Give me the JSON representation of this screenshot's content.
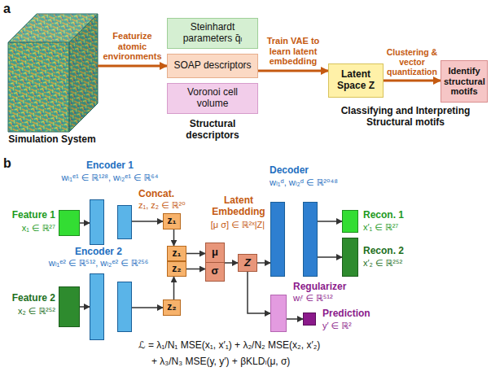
{
  "diagram": {
    "nodes": [
      {
        "text": [
          "Simulation System"
        ]
      },
      {
        "text": [
          "Steinhardt parameters q̄ₗ"
        ]
      },
      {
        "text": [
          "SOAP descriptors"
        ]
      },
      {
        "text": [
          "Voronoi cell volume"
        ]
      },
      {
        "text": [
          "Latent Space Z"
        ]
      },
      {
        "text": [
          "Identify structural motifs"
        ]
      },
      {
        "text": [
          "Feature 1",
          "x₁ ∈ ℝ²⁷"
        ]
      },
      {
        "text": [
          "Encoder 1",
          "wₗ₁ᵉ¹ ∈ ℝ¹²⁸, wₗ₂ᵉ¹ ∈ ℝ⁶⁴"
        ]
      },
      {
        "text": [
          "z₁"
        ]
      },
      {
        "text": [
          "Feature 2",
          "x₂ ∈ ℝ²⁵²"
        ]
      },
      {
        "text": [
          "Encoder 2",
          "wₗ₁ᵉ² ∈ ℝ⁵¹², wₗ₂ᵉ² ∈ ℝ²⁵⁶"
        ]
      },
      {
        "text": [
          "z₂"
        ]
      },
      {
        "text": [
          "z₁"
        ]
      },
      {
        "text": [
          "z₂"
        ]
      },
      {
        "text": [
          "μ",
          "σ"
        ]
      },
      {
        "text": [
          "Z"
        ]
      },
      {
        "text": [
          "Decoder",
          "wₗ₁ᵈ, wₗ₂ᵈ ∈ ℝ²⁰⁴⁸"
        ]
      },
      {
        "text": [
          "Recon. 1",
          "x′₁ ∈ ℝ²⁷"
        ]
      },
      {
        "text": [
          "Recon. 2",
          "x′₂ ∈ ℝ²⁵²"
        ]
      },
      {
        "text": [
          "Regularizer",
          "wₗʳ ∈ ℝ⁵¹²"
        ]
      },
      {
        "text": [
          "Prediction",
          "y′ ∈ ℝ²"
        ]
      }
    ],
    "edges": [
      {
        "from": 0,
        "to": 2,
        "label": "Featurize atomic environments",
        "arrow": "to"
      },
      {
        "from": 2,
        "to": 4,
        "label": "Train VAE to learn latent embedding",
        "arrow": "to"
      },
      {
        "from": 4,
        "to": 5,
        "label": "Clustering & vector quantization",
        "arrow": "to"
      },
      {
        "from": 6,
        "to": 7,
        "arrow": "to"
      },
      {
        "from": 7,
        "to": 8,
        "arrow": "to"
      },
      {
        "from": 8,
        "to": 12,
        "arrow": "to"
      },
      {
        "from": 9,
        "to": 10,
        "arrow": "to"
      },
      {
        "from": 10,
        "to": 11,
        "arrow": "to"
      },
      {
        "from": 11,
        "to": 13,
        "arrow": "to"
      },
      {
        "from": 12,
        "to": 14,
        "arrow": "to"
      },
      {
        "from": 13,
        "to": 14,
        "arrow": "to"
      },
      {
        "from": 14,
        "to": 15,
        "arrow": "to"
      },
      {
        "from": 15,
        "to": 16,
        "arrow": "to"
      },
      {
        "from": 16,
        "to": 17,
        "arrow": "to"
      },
      {
        "from": 16,
        "to": 18,
        "arrow": "to"
      },
      {
        "from": 15,
        "to": 19,
        "arrow": "to"
      },
      {
        "from": 19,
        "to": 20,
        "arrow": "to"
      }
    ],
    "labels": [
      "a",
      "Structural descriptors",
      "Classifying and Interpreting Structural motifs",
      "b",
      "Concat.",
      "z₁, z₂ ∈ ℝ²⁰",
      "Latent Embedding",
      "[μ σ] ∈ ℝ²ˣ|Z|",
      "ℒ = λ₁/N₁ MSE(x₁, x′₁) + λ₂/N₂ MSE(x₂, x′₂)",
      "+ λ₃/N₃ MSE(y, y′) + βKLDₗ(μ, σ)"
    ]
  }
}
